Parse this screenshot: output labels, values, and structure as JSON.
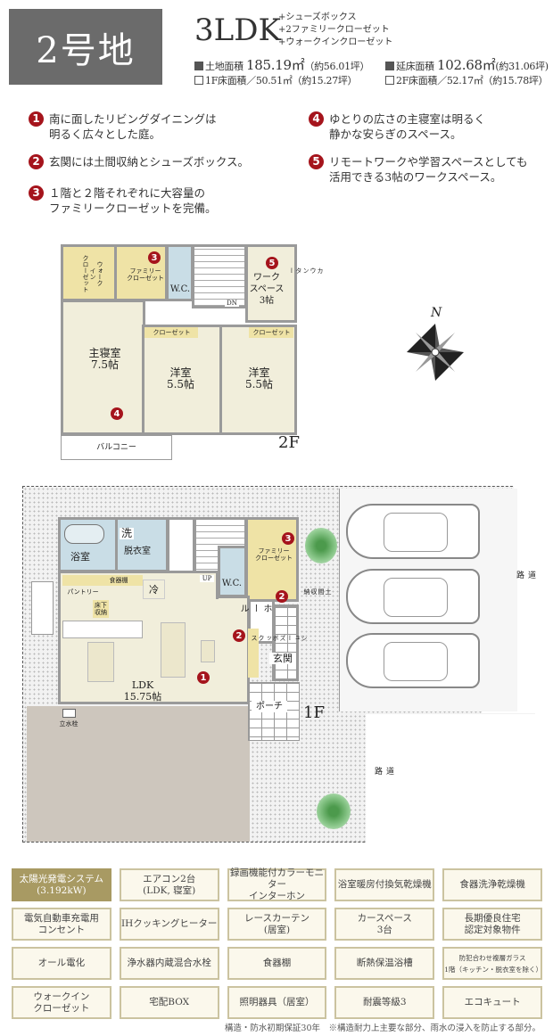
{
  "header": {
    "lot": "2号地",
    "layout": "3LDK",
    "options": [
      "+シューズボックス",
      "+2ファミリークローゼット",
      "+ウォークインクローゼット"
    ],
    "land_area": {
      "label": "土地面積",
      "value": "185.19㎡",
      "tsubo": "（約56.01坪）"
    },
    "floor_total": {
      "label": "延床面積",
      "value": "102.68㎡",
      "tsubo": "(約31.06坪)"
    },
    "floor_1f": "1F床面積／50.51㎡（約15.27坪）",
    "floor_2f": "2F床面積／52.17㎡（約15.78坪）"
  },
  "features": [
    {
      "n": "1",
      "text": "南に面したリビングダイニングは\n明るく広々とした庭。"
    },
    {
      "n": "2",
      "text": "玄関には土間収納とシューズボックス。"
    },
    {
      "n": "3",
      "text": "１階と２階それぞれに大容量の\nファミリークローゼットを完備。"
    },
    {
      "n": "4",
      "text": "ゆとりの広さの主寝室は明るく\n静かな安らぎのスペース。"
    },
    {
      "n": "5",
      "text": "リモートワークや学習スペースとしても\n活用できる3帖のワークスペース。"
    }
  ],
  "plan_2f": {
    "floor": "2F",
    "wic": "ウォーク\nイン\nクローゼット",
    "family_closet": "ファミリー\nクローゼット",
    "wc": "W.C.",
    "dn": "DN",
    "work": "ワーク\nスペース\n3帖",
    "counter": "カウンター",
    "master": "主寝室\n7.5帖",
    "western1": "洋室\n5.5帖",
    "western2": "洋室\n5.5帖",
    "closet": "クローゼット",
    "balcony": "バルコニー"
  },
  "compass": "N",
  "plan_1f": {
    "floor": "1F",
    "bath": "浴室",
    "wash": "洗",
    "dressing": "脱衣室",
    "pantry": "パントリー",
    "storage": "食器棚",
    "fridge": "冷",
    "underfloor": "床下\n収納",
    "up": "UP",
    "wc": "W.C.",
    "family_closet": "ファミリー\nクローゼット",
    "earth_storage": "土間収納",
    "hall": "ホール",
    "shoes": "シューズボックス",
    "entrance": "玄関",
    "ldk": "LDK\n15.75帖",
    "porch": "ポーチ",
    "faucet": "立水栓",
    "road": "道路"
  },
  "equipment": [
    {
      "text": "太陽光発電システム\n(3.192kW)",
      "highlight": true
    },
    {
      "text": "エアコン2台\n(LDK, 寝室)"
    },
    {
      "text": "録画機能付カラーモニター\nインターホン"
    },
    {
      "text": "浴室暖房付換気乾燥機"
    },
    {
      "text": "食器洗浄乾燥機"
    },
    {
      "text": "電気自動車充電用\nコンセント"
    },
    {
      "text": "IHクッキングヒーター"
    },
    {
      "text": "レースカーテン\n(居室)"
    },
    {
      "text": "カースペース\n3台"
    },
    {
      "text": "長期優良住宅\n認定対象物件"
    },
    {
      "text": "オール電化"
    },
    {
      "text": "浄水器内蔵混合水栓"
    },
    {
      "text": "食器棚"
    },
    {
      "text": "断熱保温浴槽"
    },
    {
      "text": "防犯合わせ複層ガラス\n1階（キッチン・脱衣室を除く）",
      "small": true
    },
    {
      "text": "ウォークイン\nクローゼット"
    },
    {
      "text": "宅配BOX"
    },
    {
      "text": "照明器具（居室）"
    },
    {
      "text": "耐震等級3"
    },
    {
      "text": "エコキュート"
    }
  ],
  "footnote": "構造・防水初期保証30年　※構造耐力上主要な部分、雨水の浸入を防止する部分。",
  "colors": {
    "badge": "#6b6b6b",
    "marker": "#a5141c",
    "highlight": "#a89a63",
    "room": "#f1eedb",
    "closet": "#efe3a6",
    "wet": "#c9dde6"
  }
}
